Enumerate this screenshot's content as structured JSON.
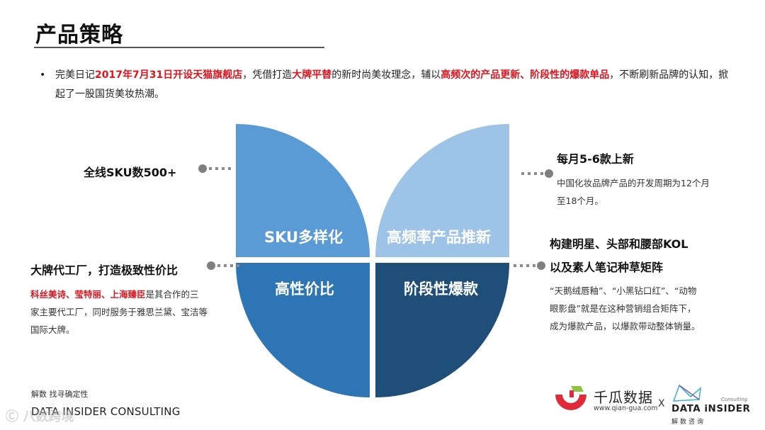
{
  "header": {
    "title": "产品策略"
  },
  "intro": {
    "bullet": "•",
    "segments": [
      {
        "text": "完美日记",
        "highlight": false
      },
      {
        "text": "2017年7月31日开设天猫旗舰店",
        "highlight": true
      },
      {
        "text": "，凭借打造",
        "highlight": false
      },
      {
        "text": "大牌平替",
        "highlight": true
      },
      {
        "text": "的新时尚美妆理念，辅以",
        "highlight": false
      },
      {
        "text": "高频次的产品更新、阶段性的爆款单品",
        "highlight": true
      },
      {
        "text": "，不断刷新品牌的认知，掀起了一股国货美妆热潮。",
        "highlight": false
      }
    ]
  },
  "diagram": {
    "quadrants": [
      {
        "id": "top-left",
        "label": "SKU多样化",
        "color": "#5b9bd5"
      },
      {
        "id": "top-right",
        "label": "高频率产品推新",
        "color": "#9dc3e6"
      },
      {
        "id": "bottom-left",
        "label": "高性价比",
        "color": "#2e75b6"
      },
      {
        "id": "bottom-right",
        "label": "阶段性爆款",
        "color": "#1f4e79"
      }
    ]
  },
  "annotations": {
    "top_left": {
      "heading": "全线SKU数500+"
    },
    "top_right": {
      "heading": "每月5-6款上新",
      "body": "中国化妆品牌产品的开发周期为12个月至18个月。"
    },
    "bottom_left": {
      "heading": "大牌代工厂，打造极致性价比",
      "body_highlight": "科丝美诗、莹特丽、上海臻臣",
      "body": "是其合作的三家主要代工厂，同时服务于雅思兰黛、宝洁等国际大牌。"
    },
    "bottom_right": {
      "heading_line1": "构建明星、头部和腰部KOL",
      "heading_line2": "以及素人笔记种草矩阵",
      "body": "“天鹅绒唇釉”、“小黑钻口红”、“动物眼影盘”就是在这种营销组合矩阵下，成为爆款产品，以爆款带动整体销量。"
    }
  },
  "footer": {
    "tagline_cn": "解数 找寻确定性",
    "company_en": "DATA INSIDER CONSULTING",
    "watermark": "Ⓒ 八数跨境",
    "partner_logo": {
      "name": "千瓜数据",
      "url": "www.qian-gua.com"
    },
    "times": "X",
    "di_logo": {
      "consulting": "Consulting",
      "name": "DATA iNSIDER",
      "cn": "解数咨询"
    }
  },
  "colors": {
    "highlight_red": "#e0141e",
    "connector_gray": "#7f7f7f",
    "qg_red": "#e02a3a",
    "qg_green": "#8cc63f"
  }
}
